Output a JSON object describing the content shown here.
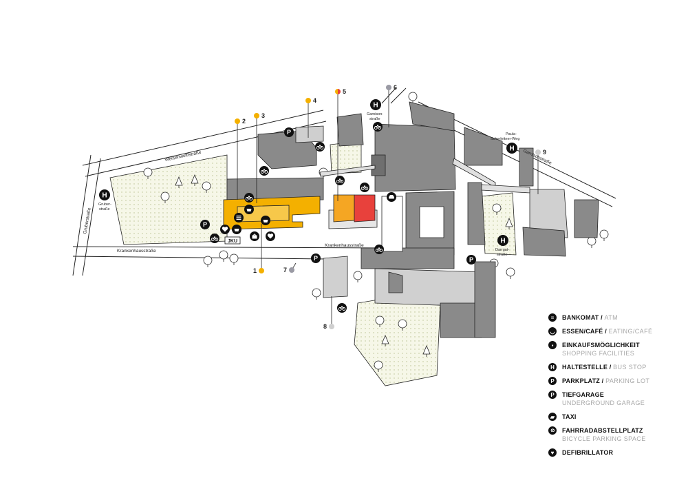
{
  "streets": {
    "weissenwolffstrasse": "Weißenwolffstraße",
    "krankenhausstrasse_1": "Krankenhausstraße",
    "krankenhausstrasse_2": "Krankenhausstraße",
    "gruberstrasse": "Gruberstraße",
    "garnisonstrasse": "Garnisonstraße"
  },
  "stops": {
    "gruberstrasse": [
      "Gruber-",
      "straße"
    ],
    "garnisonstrasse": [
      "Garnison-",
      "straße"
    ],
    "paula": [
      "Paula-",
      "Scherleitner-Weg"
    ],
    "darrgutstrasse": [
      "Darrgut-",
      "straße"
    ]
  },
  "markers": {
    "m1": "1",
    "m2": "2",
    "m3": "3",
    "m4": "4",
    "m5": "5",
    "m6": "6",
    "m7": "7",
    "m8": "8",
    "m9": "9"
  },
  "jku_label": "JKU",
  "colors": {
    "building": "#8a8a8a",
    "building_light": "#d8d8d8",
    "highlight_yellow": "#f4b000",
    "highlight_orange": "#f5a623",
    "highlight_red": "#e8413c",
    "green_area": "#f4f6e4",
    "marker_yellow": "#f4b000",
    "marker_grey": "#9a9aa4",
    "marker_lightgrey": "#cfcfcf"
  },
  "legend": [
    {
      "icon": "atm-icon",
      "glyph": "≡",
      "de": "BANKOMAT",
      "en": "ATM",
      "two_line": false
    },
    {
      "icon": "cafe-icon",
      "glyph": "◡",
      "de": "ESSEN/CAFÉ",
      "en": "EATING/CAFÉ",
      "two_line": false
    },
    {
      "icon": "shopping-icon",
      "glyph": "▪",
      "de": "EINKAUFSMÖGLICHKEIT",
      "en": "SHOPPING FACILITIES",
      "two_line": true
    },
    {
      "icon": "bus-stop-icon",
      "glyph": "H",
      "de": "HALTESTELLE",
      "en": "BUS STOP",
      "two_line": false
    },
    {
      "icon": "parking-icon",
      "glyph": "P",
      "de": "PARKPLATZ",
      "en": "PARKING LOT",
      "two_line": false
    },
    {
      "icon": "garage-icon",
      "glyph": "P",
      "de": "TIEFGARAGE",
      "en": "UNDERGROUND GARAGE",
      "two_line": true
    },
    {
      "icon": "taxi-icon",
      "glyph": "▰",
      "de": "TAXI",
      "en": "",
      "two_line": false
    },
    {
      "icon": "bicycle-icon",
      "glyph": "ര",
      "de": "FAHRRADABSTELLPLATZ",
      "en": "BICYCLE PARKING SPACE",
      "two_line": true
    },
    {
      "icon": "defibrillator-icon",
      "glyph": "♥",
      "de": "DEFIBRILLATOR",
      "en": "",
      "two_line": false
    }
  ]
}
